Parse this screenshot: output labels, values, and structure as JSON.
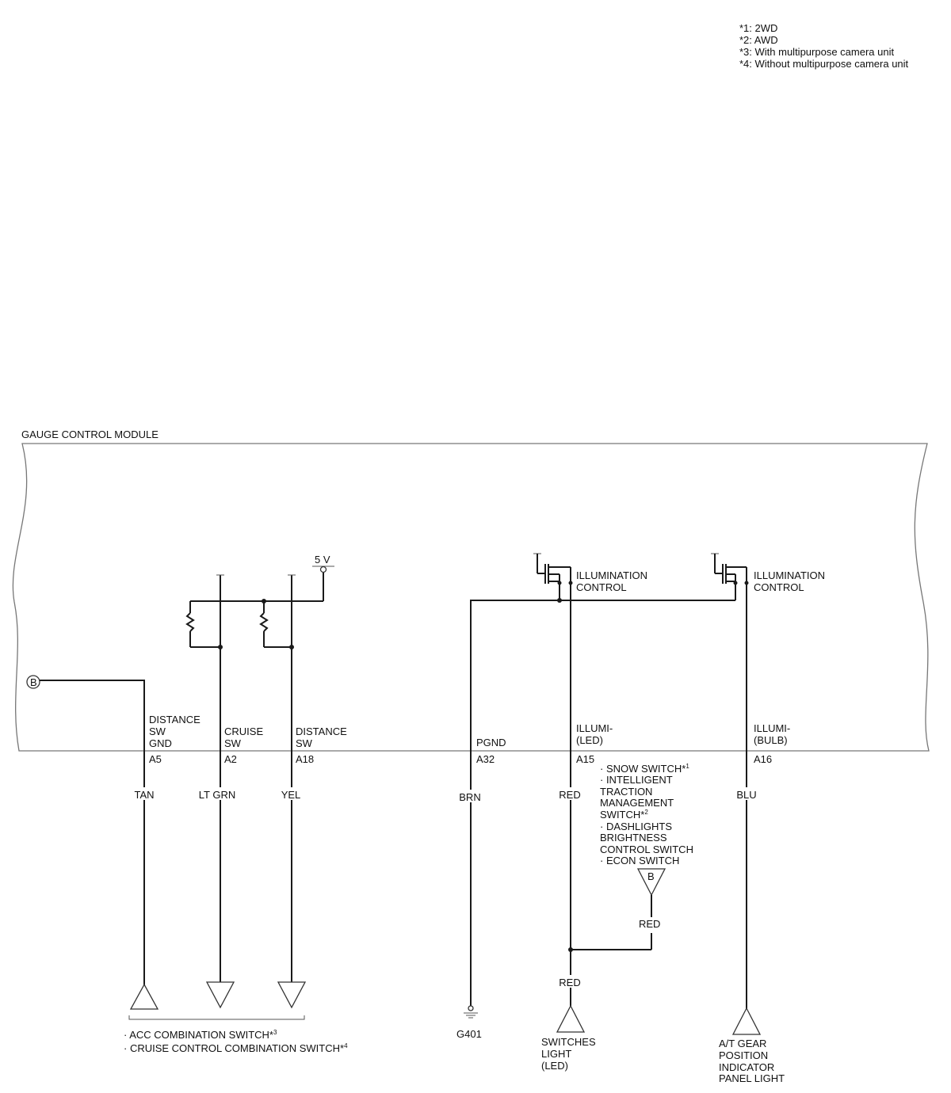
{
  "notes": [
    "*1: 2WD",
    "*2: AWD",
    "*3: With multipurpose camera unit",
    "*4: Without multipurpose camera unit"
  ],
  "module_title": "GAUGE CONTROL MODULE",
  "supply_label": "5 V",
  "illumination_label_1": [
    "ILLUMINATION",
    "CONTROL"
  ],
  "illumination_label_2": [
    "ILLUMINATION",
    "CONTROL"
  ],
  "connector_b": "B",
  "pins": [
    {
      "name": [
        "DISTANCE",
        "SW",
        "GND"
      ],
      "pin": "A5",
      "wire": "TAN"
    },
    {
      "name": [
        "CRUISE",
        "SW"
      ],
      "pin": "A2",
      "wire": "LT GRN"
    },
    {
      "name": [
        "DISTANCE",
        "SW"
      ],
      "pin": "A18",
      "wire": "YEL"
    },
    {
      "name": [
        "PGND"
      ],
      "pin": "A32",
      "wire": "BRN"
    },
    {
      "name": [
        "ILLUMI-",
        "(LED)"
      ],
      "pin": "A15",
      "wire": "RED"
    },
    {
      "name": [
        "ILLUMI-",
        "(BULB)"
      ],
      "pin": "A16",
      "wire": "BLU"
    }
  ],
  "switch_list": {
    "line1": "· SNOW SWITCH*",
    "sup1": "1",
    "line2": "· INTELLIGENT",
    "line3": "TRACTION",
    "line4": "MANAGEMENT",
    "line5": "SWITCH*",
    "sup5": "2",
    "line6": "· DASHLIGHTS",
    "line7": "BRIGHTNESS",
    "line8": "CONTROL SWITCH",
    "line9": "· ECON SWITCH"
  },
  "branch_wire_top": "RED",
  "branch_wire_bottom": "RED",
  "bottom_labels": {
    "combo1": "· ACC COMBINATION SWITCH*",
    "combo1_sup": "3",
    "combo2": "· CRUISE CONTROL COMBINATION SWITCH*",
    "combo2_sup": "4",
    "ground": "G401",
    "switches_light": [
      "SWITCHES",
      "LIGHT",
      "(LED)"
    ],
    "gear_indicator": [
      "A/T GEAR",
      "POSITION",
      "INDICATOR",
      "PANEL LIGHT"
    ]
  }
}
